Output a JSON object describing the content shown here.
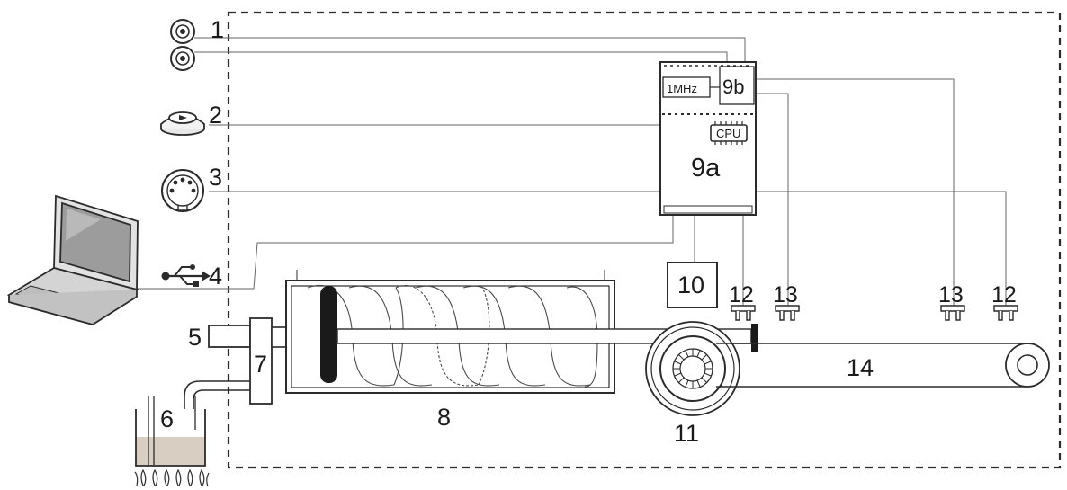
{
  "labels": {
    "n1": "1",
    "n2": "2",
    "n3": "3",
    "n4": "4",
    "n5": "5",
    "n6": "6",
    "n7": "7",
    "n8": "8",
    "n9a": "9a",
    "n9b": "9b",
    "n10": "10",
    "n11": "11",
    "n12a": "12",
    "n12b": "12",
    "n13a": "13",
    "n13b": "13",
    "n14": "14",
    "clock": "1MHz",
    "cpu": "CPU"
  },
  "colors": {
    "line": "#2b2b2b",
    "thin_line": "#666666",
    "liquid": "#d8cec2",
    "laptop_screen": "#9c9c9c",
    "laptop_body": "#d4d4d4"
  },
  "icons": [
    "bnc-connector-icon",
    "push-button-icon",
    "din-connector-icon",
    "usb-icon",
    "laptop-icon",
    "flame-icon",
    "plug-icon"
  ]
}
